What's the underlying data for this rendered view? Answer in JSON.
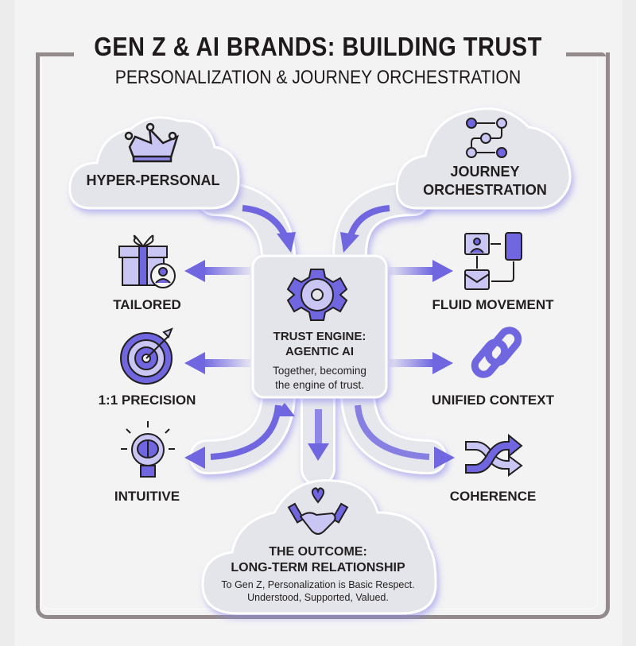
{
  "header": {
    "title": "GEN Z & AI BRANDS: BUILDING TRUST",
    "subtitle": "PERSONALIZATION & JOURNEY ORCHESTRATION"
  },
  "pillars": {
    "left_cloud": {
      "label": "HYPER-PERSONAL",
      "icon": "crown-icon"
    },
    "right_cloud": {
      "label_line1": "JOURNEY",
      "label_line2": "ORCHESTRATION",
      "icon": "flow-path-icon"
    }
  },
  "center": {
    "title_line1": "TRUST ENGINE:",
    "title_line2": "AGENTIC AI",
    "desc_line1": "Together, becoming",
    "desc_line2": "the engine of trust.",
    "icon": "gear-icon"
  },
  "left_items": [
    {
      "label": "TAILORED",
      "icon": "gift-user-icon"
    },
    {
      "label": "1:1 PRECISION",
      "icon": "target-icon"
    },
    {
      "label": "INTUITIVE",
      "icon": "lightbulb-brain-icon"
    }
  ],
  "right_items": [
    {
      "label": "FLUID MOVEMENT",
      "icon": "devices-flow-icon"
    },
    {
      "label": "UNIFIED CONTEXT",
      "icon": "chain-link-icon"
    },
    {
      "label": "COHERENCE",
      "icon": "shuffle-arrows-icon"
    }
  ],
  "outcome": {
    "title_line1": "THE OUTCOME:",
    "title_line2": "LONG-TERM RELATIONSHIP",
    "desc_line1": "To Gen Z, Personalization is Basic Respect.",
    "desc_line2": "Understood, Supported, Valued.",
    "icon": "handshake-heart-icon"
  },
  "colors": {
    "accent": "#6f66e0",
    "accent_light": "#c9c6f3",
    "cloud_fill": "#e4e5ea",
    "frame": "#938b8b",
    "text": "#231f20"
  }
}
